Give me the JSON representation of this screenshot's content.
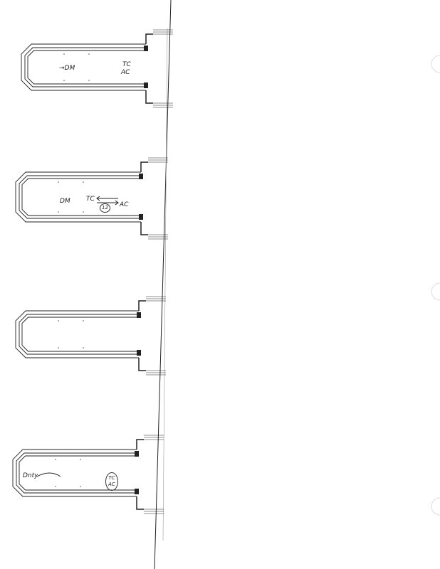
{
  "drawings": [
    {
      "id": "u-1",
      "notes": [
        "→DM",
        "TC",
        "AC"
      ]
    },
    {
      "id": "u-2",
      "notes": [
        "DM",
        "TC",
        "12",
        "AC"
      ]
    },
    {
      "id": "u-3",
      "notes": []
    },
    {
      "id": "u-4",
      "notes": [
        "Dnty",
        "TC",
        "AC"
      ]
    }
  ],
  "colors": {
    "ink": "#222222",
    "paper": "#ffffff",
    "punch": "#dddddd"
  }
}
